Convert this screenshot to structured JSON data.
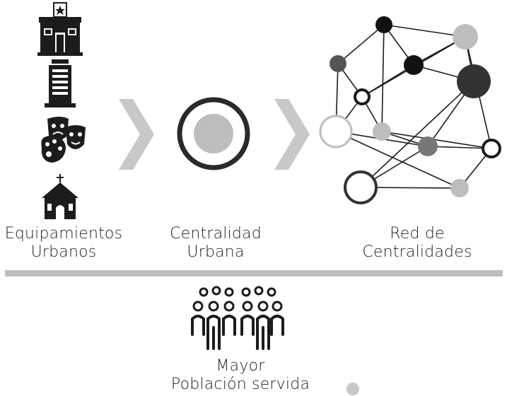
{
  "columns": [
    {
      "line1": "Equipamientos",
      "line2": "Urbanos"
    },
    {
      "line1": "Centralidad",
      "line2": "Urbana"
    },
    {
      "line1": "Red de",
      "line2": "Centralidades"
    }
  ],
  "bottom": {
    "line1": "Mayor",
    "line2": "Población servida"
  },
  "colors": {
    "dark": "#1c1c1c",
    "mid": "#555555",
    "light": "#bdbdbd",
    "arrow": "#c8c8c8",
    "divider": "#bdbdbd"
  }
}
